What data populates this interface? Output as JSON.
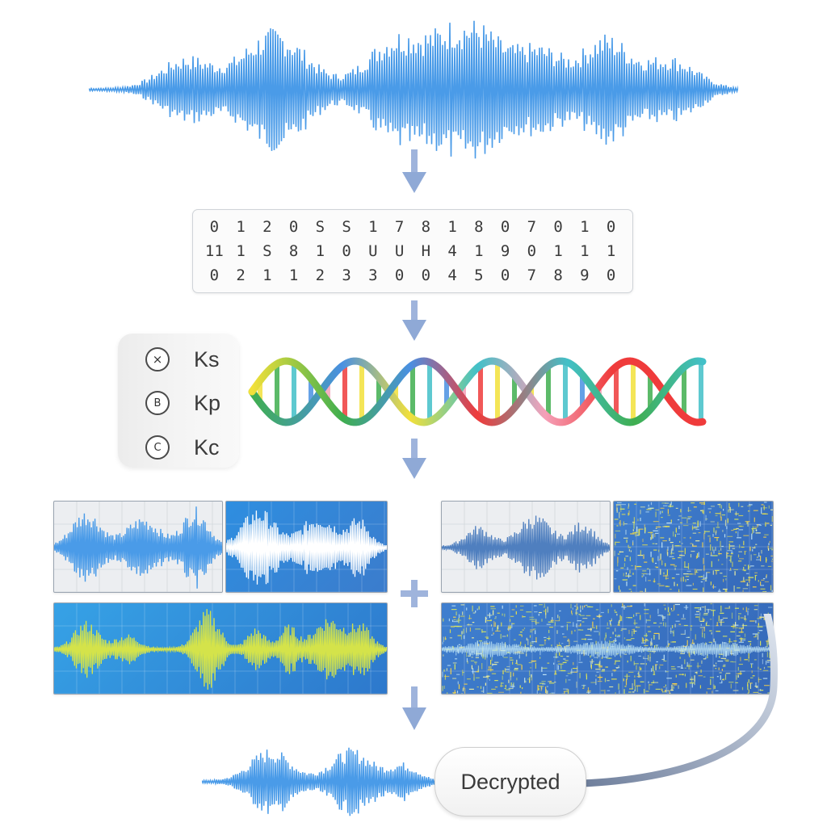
{
  "digit_grid": {
    "rows": [
      [
        "0",
        "1",
        "2",
        "0",
        "S",
        "S",
        "1",
        "7",
        "8",
        "1",
        "8",
        "0",
        "7",
        "0",
        "1",
        "0"
      ],
      [
        "11",
        "1",
        "S",
        "8",
        "1",
        "0",
        "U",
        "U",
        "H",
        "4",
        "1",
        "9",
        "0",
        "1",
        "1",
        "1"
      ],
      [
        "0",
        "2",
        "1",
        "1",
        "2",
        "3",
        "3",
        "0",
        "0",
        "4",
        "5",
        "0",
        "7",
        "8",
        "9",
        "0"
      ]
    ]
  },
  "keys": [
    {
      "symbol": "×",
      "label": "Ks",
      "icon": "x-circle-icon"
    },
    {
      "symbol": "B",
      "label": "Kp",
      "icon": "b-circle-icon"
    },
    {
      "symbol": "C",
      "label": "Kc",
      "icon": "c-circle-icon"
    }
  ],
  "output": {
    "label": "Decrypted"
  },
  "colors": {
    "wave": "#4a9be8",
    "arrow": "#8fa9d6",
    "panel_blue": "#2f8fd8",
    "panel_light": "#eceef1",
    "yellow_wave": "#d4e34a",
    "dna": [
      "#ef3b3b",
      "#f2e03a",
      "#3fae4f",
      "#4a90e2",
      "#42c0c8",
      "#f5a0b8"
    ]
  }
}
